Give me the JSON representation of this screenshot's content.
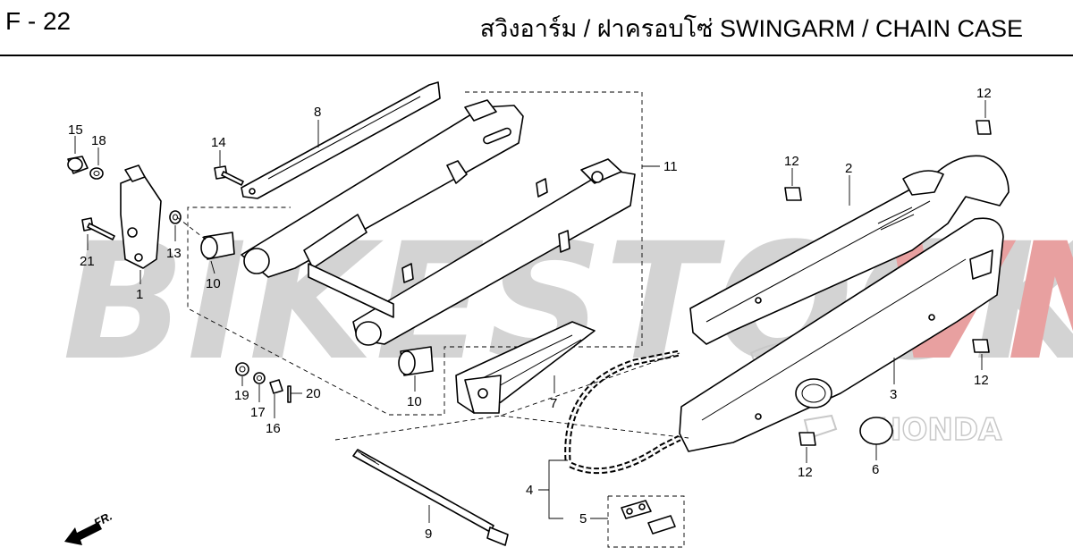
{
  "header": {
    "page_code": "F - 22",
    "title": "สวิงอาร์ม / ฝาครอบโซ่ SWINGARM / CHAIN CASE"
  },
  "watermark": {
    "text_main": "BIKESTOCK",
    "text_accent": "VN",
    "color_main": "#d3d3d3",
    "color_accent": "#e8a0a0"
  },
  "direction_indicator": {
    "label": "FR."
  },
  "callouts": {
    "c1": "1",
    "c2": "2",
    "c3": "3",
    "c4": "4",
    "c5": "5",
    "c6": "6",
    "c7": "7",
    "c8": "8",
    "c9": "9",
    "c10a": "10",
    "c10b": "10",
    "c11": "11",
    "c12a": "12",
    "c12b": "12",
    "c12c": "12",
    "c12d": "12",
    "c13": "13",
    "c14": "14",
    "c15": "15",
    "c16": "16",
    "c17": "17",
    "c18": "18",
    "c19": "19",
    "c20": "20",
    "c21": "21"
  },
  "brand_logo": {
    "name": "honda-logo"
  }
}
